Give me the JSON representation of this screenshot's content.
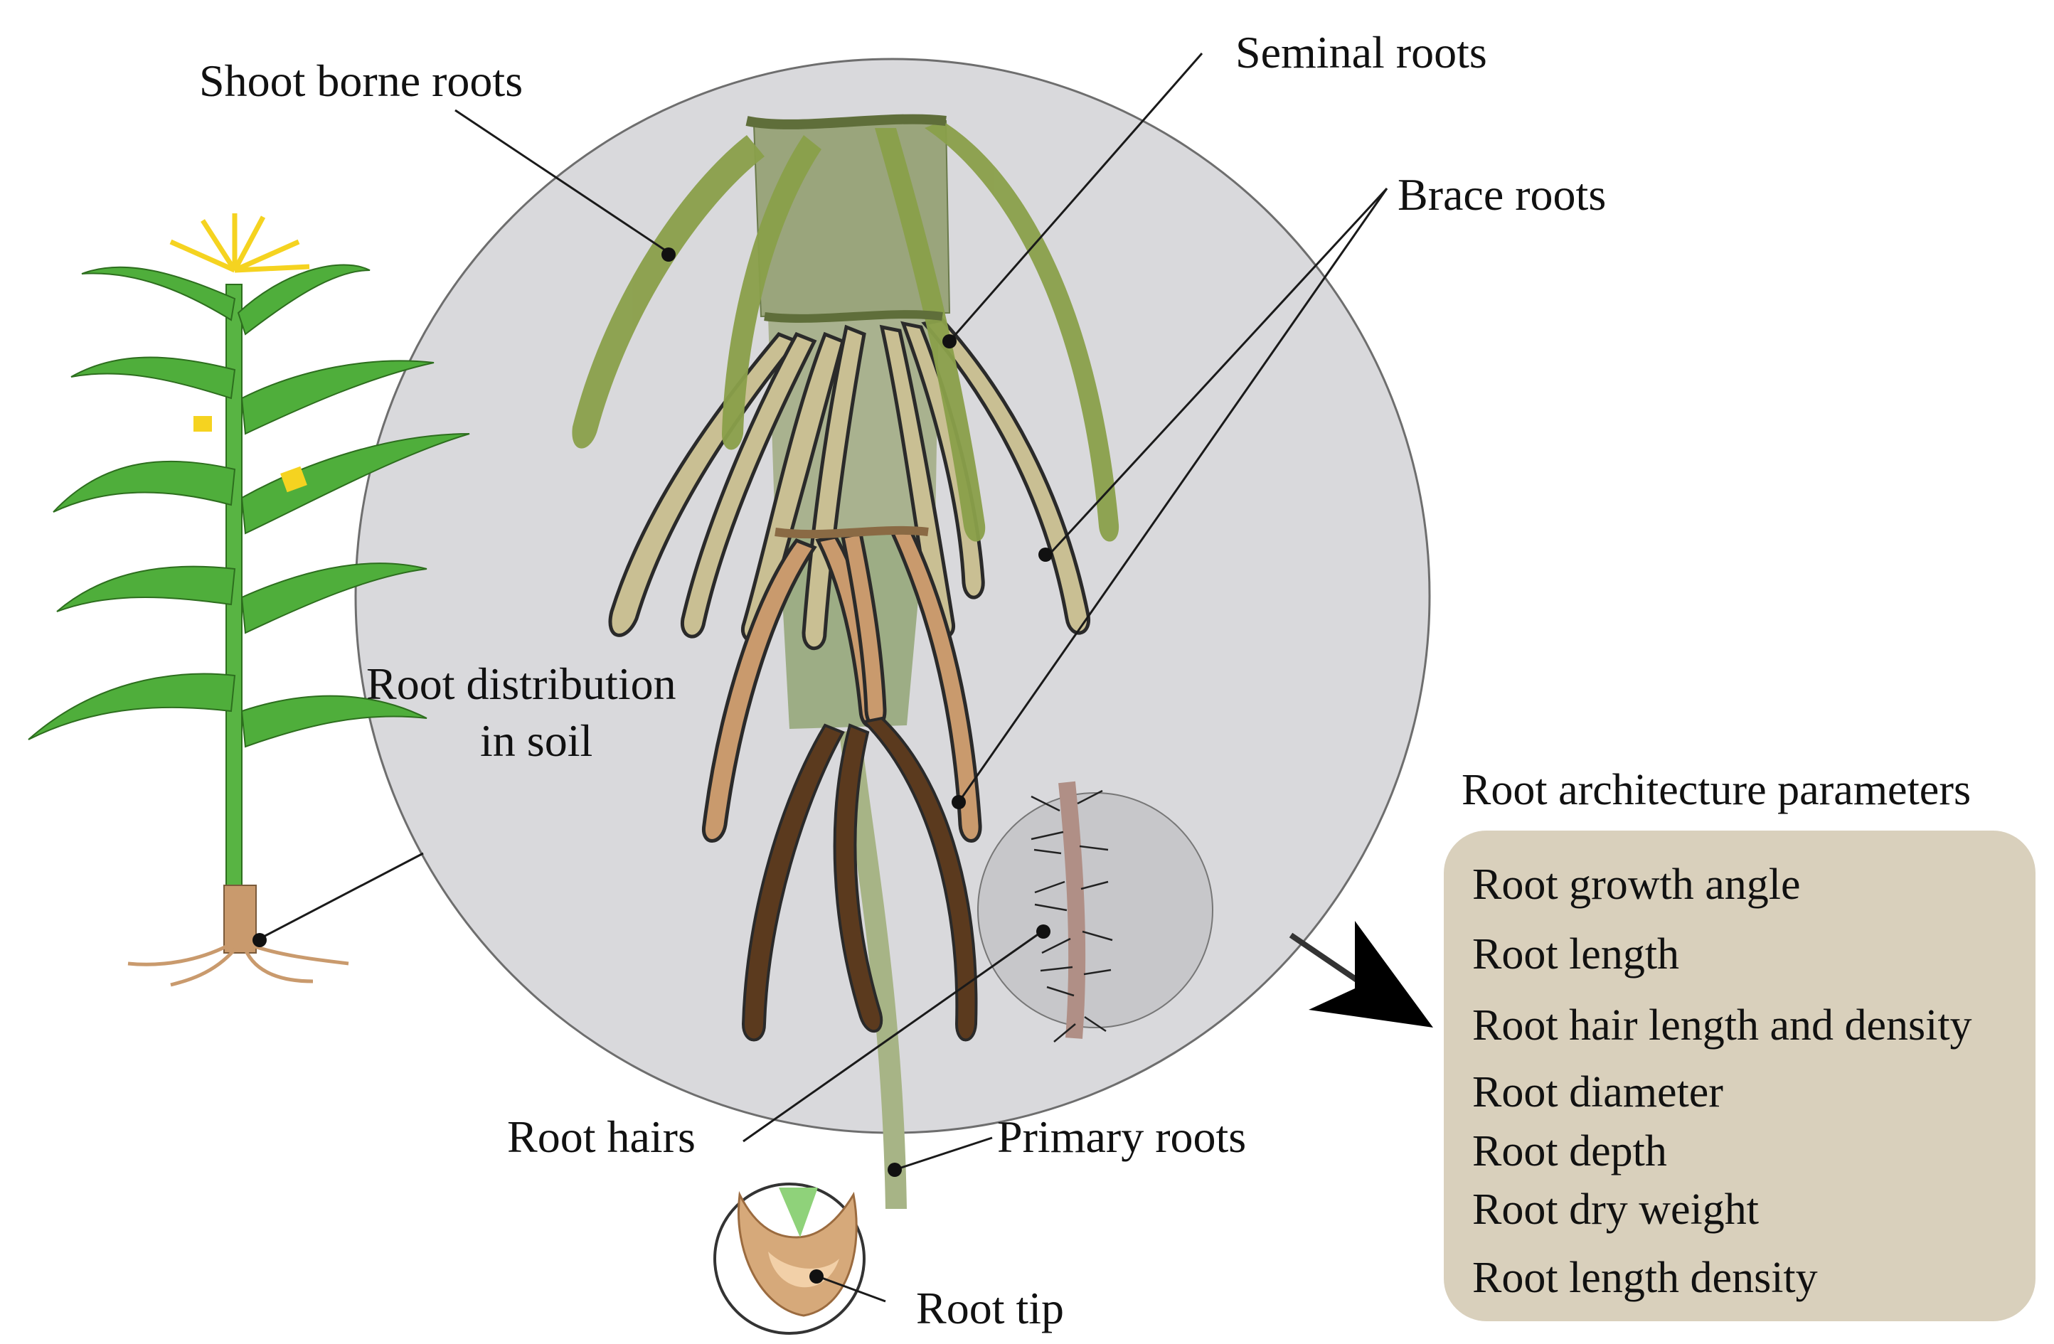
{
  "labels": {
    "shoot_borne_roots": "Shoot borne roots",
    "seminal_roots": "Seminal roots",
    "brace_roots": "Brace roots",
    "root_distribution_line1": "Root distribution",
    "root_distribution_line2": "in soil",
    "root_hairs": "Root hairs",
    "primary_roots": "Primary roots",
    "root_tip": "Root tip"
  },
  "parameters": {
    "title": "Root architecture parameters",
    "items": [
      "Root growth angle",
      "Root length",
      "Root hair length and density",
      "Root diameter",
      "Root depth",
      "Root dry weight",
      "Root length density"
    ]
  },
  "colors": {
    "soil_circle": "#d9d9dc",
    "shoot_roots": "#8aa04a",
    "seminal_roots": "#c9bf93",
    "brace_roots": "#c99a6d",
    "primary_brown": "#5b3a1e",
    "params_box": "#d9d0bc",
    "leaf_green": "#4fae3b",
    "tassel_yellow": "#f5d320"
  }
}
